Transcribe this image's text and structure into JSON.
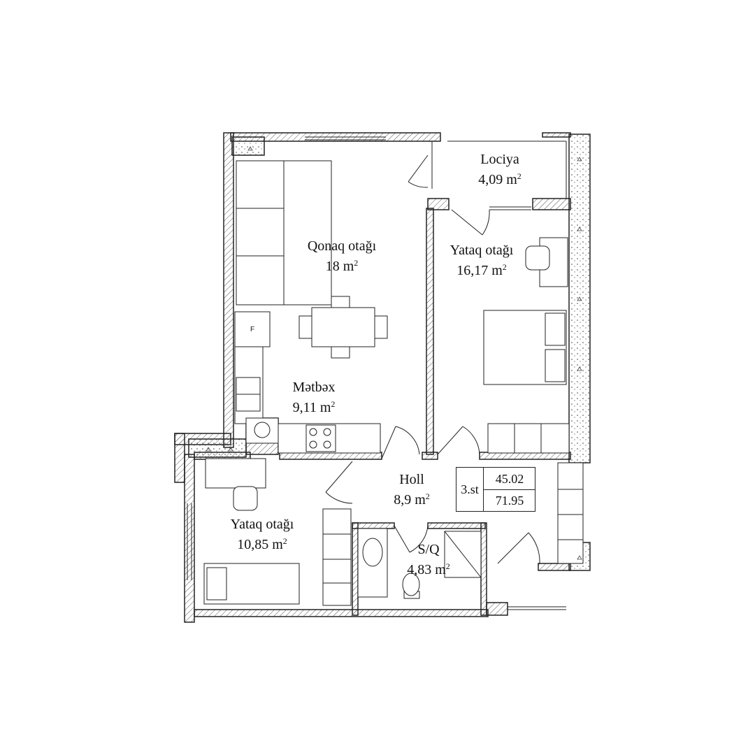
{
  "rooms": {
    "living": {
      "name": "Qonaq otağı",
      "area": "18 m",
      "unit_sup": "2"
    },
    "loggia": {
      "name": "Lociya",
      "area": "4,09 m",
      "unit_sup": "2"
    },
    "bedroom_large": {
      "name": "Yataq otağı",
      "area": "16,17 m",
      "unit_sup": "2"
    },
    "kitchen": {
      "name": "Mətbəx",
      "area": "9,11 m",
      "unit_sup": "2"
    },
    "hall": {
      "name": "Holl",
      "area": "8,9 m",
      "unit_sup": "2"
    },
    "bedroom_small": {
      "name": "Yataq otağı",
      "area": "10,85 m",
      "unit_sup": "2"
    },
    "bathroom": {
      "name": "S/Q",
      "area": "4,83 m",
      "unit_sup": "2"
    }
  },
  "summary_table": {
    "unit": "3.st",
    "living_area": "45.02",
    "total_area": "71.95"
  },
  "fridge_mark": "F",
  "colors": {
    "line": "#222222",
    "wall_hatch": "#666666",
    "background": "#ffffff"
  }
}
